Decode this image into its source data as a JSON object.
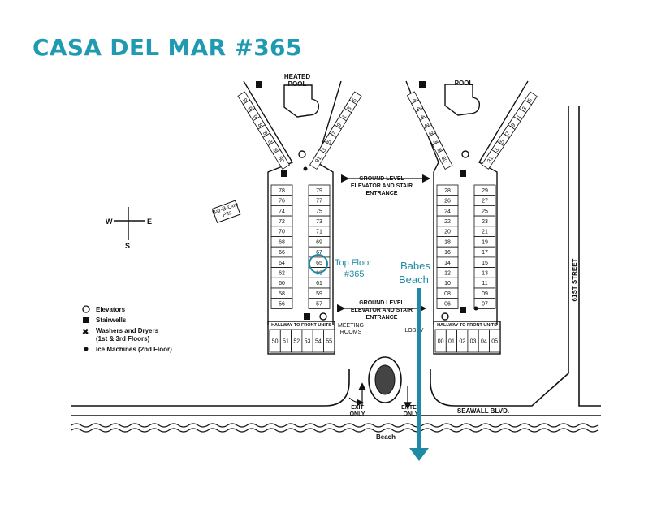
{
  "title": "CASA DEL MAR #365",
  "map": {
    "heated_pool": [
      "HEATED",
      "POOL"
    ],
    "pool": "POOL",
    "entrance_label": [
      "GROUND LEVEL",
      "ELEVATOR AND STAIR",
      "ENTRANCE"
    ],
    "hallway_label": "HALLWAY TO FRONT UNITS",
    "meeting_rooms": [
      "MEETING",
      "ROOMS"
    ],
    "lobby": "LOBBY",
    "exit_only": [
      "EXIT",
      "ONLY"
    ],
    "enter_only": [
      "ENTER",
      "ONLY"
    ],
    "seawall": "SEAWALL BLVD.",
    "street": "61ST STREET",
    "beach": "Beach",
    "bar_b_que": [
      "Bar-B-Que",
      "Pits"
    ],
    "compass": {
      "w": "W",
      "e": "E",
      "s": "S"
    },
    "annotation_top_floor": [
      "Top Floor",
      "#365"
    ],
    "annotation_babes": [
      "Babes",
      "Beach"
    ]
  },
  "units": {
    "left_tower_left_col": [
      "78",
      "76",
      "74",
      "72",
      "70",
      "68",
      "66",
      "64",
      "62",
      "60",
      "58",
      "56"
    ],
    "left_tower_right_col": [
      "79",
      "77",
      "75",
      "73",
      "71",
      "69",
      "67",
      "65",
      "63",
      "61",
      "59",
      "57"
    ],
    "right_tower_left_col": [
      "28",
      "26",
      "24",
      "22",
      "20",
      "18",
      "16",
      "14",
      "12",
      "10",
      "08",
      "06"
    ],
    "right_tower_right_col": [
      "29",
      "27",
      "25",
      "23",
      "21",
      "19",
      "17",
      "15",
      "13",
      "11",
      "09",
      "07"
    ],
    "left_front": [
      "50",
      "51",
      "52",
      "53",
      "54",
      "55"
    ],
    "right_front": [
      "00",
      "01",
      "02",
      "03",
      "04",
      "05"
    ],
    "left_wing_nw": [
      "94",
      "92",
      "90",
      "88",
      "86",
      "84",
      "82",
      "80"
    ],
    "left_wing_ne": [
      "95",
      "93",
      "91",
      "89",
      "87",
      "85",
      "83",
      "81"
    ],
    "right_wing_nw": [
      "44",
      "42",
      "40",
      "38",
      "36",
      "34",
      "32",
      "30"
    ],
    "right_wing_ne": [
      "45",
      "43",
      "41",
      "39",
      "37",
      "35",
      "33",
      "31"
    ]
  },
  "legend": [
    {
      "icon": "elevator-icon",
      "label": "Elevators"
    },
    {
      "icon": "stairwell-icon",
      "label": "Stairwells"
    },
    {
      "icon": "washer-dryer-icon",
      "label": "Washers and Dryers"
    },
    {
      "icon": "",
      "label": "(1st & 3rd Floors)"
    },
    {
      "icon": "ice-machine-icon",
      "label": "Ice Machines (2nd Floor)"
    }
  ],
  "colors": {
    "accent": "#1f9ab0",
    "arrow": "#1f8aa3"
  }
}
